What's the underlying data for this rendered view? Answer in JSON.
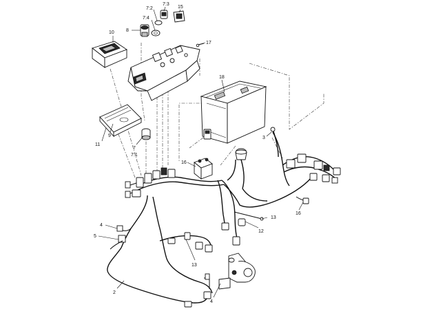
{
  "callouts": [
    {
      "id": "c-7-3",
      "text": "7:3"
    },
    {
      "id": "c-15",
      "text": "15"
    },
    {
      "id": "c-7-2",
      "text": "7:2"
    },
    {
      "id": "c-7-4",
      "text": "7:4"
    },
    {
      "id": "c-8",
      "text": "8"
    },
    {
      "id": "c-10",
      "text": "10"
    },
    {
      "id": "c-17",
      "text": "17"
    },
    {
      "id": "c-18",
      "text": "18"
    },
    {
      "id": "c-9",
      "text": "9"
    },
    {
      "id": "c-11",
      "text": "11"
    },
    {
      "id": "c-7",
      "text": "7"
    },
    {
      "id": "c-7-1",
      "text": "7:1"
    },
    {
      "id": "c-3",
      "text": "3"
    },
    {
      "id": "c-16a",
      "text": "16"
    },
    {
      "id": "c-16b",
      "text": "16"
    },
    {
      "id": "c-13a",
      "text": "13"
    },
    {
      "id": "c-12",
      "text": "12"
    },
    {
      "id": "c-4a",
      "text": "4"
    },
    {
      "id": "c-5",
      "text": "5"
    },
    {
      "id": "c-13b",
      "text": "13"
    },
    {
      "id": "c-2",
      "text": "2"
    },
    {
      "id": "c-4b",
      "text": "4"
    }
  ]
}
